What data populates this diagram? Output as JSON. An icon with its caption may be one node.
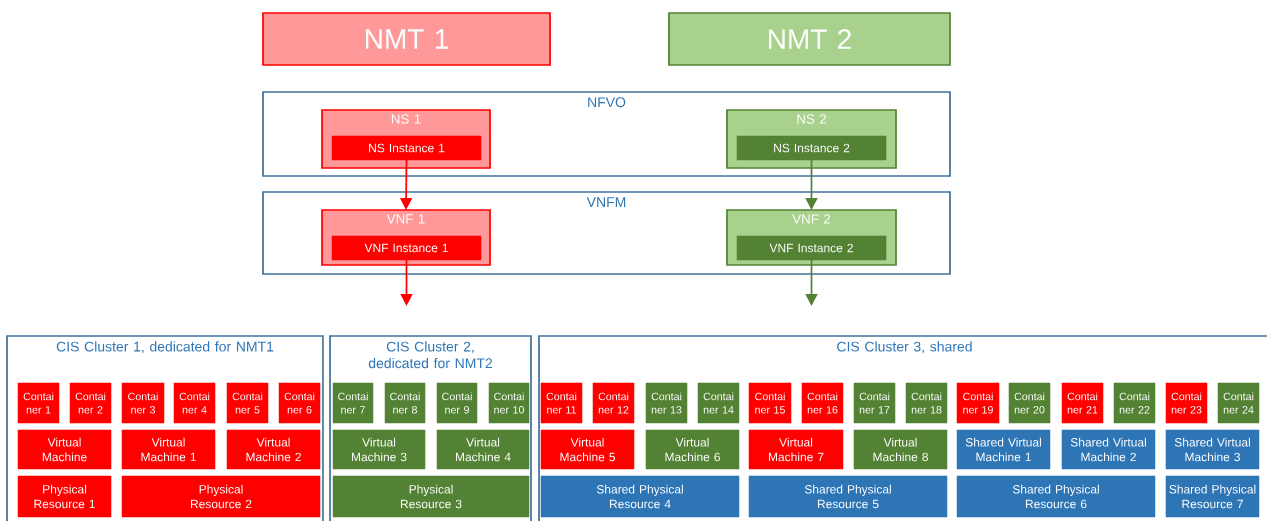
{
  "diagram": {
    "nodes": [
      {
        "text": [
          "NMT 1"
        ]
      },
      {
        "text": [
          "NMT 2"
        ]
      },
      {
        "text": [
          "NFVO"
        ]
      },
      {
        "text": [
          "NS 1"
        ],
        "in": 2
      },
      {
        "text": [
          "NS Instance 1"
        ],
        "in": 3
      },
      {
        "text": [
          "NS 2"
        ],
        "in": 2
      },
      {
        "text": [
          "NS Instance 2"
        ],
        "in": 5
      },
      {
        "text": [
          "VNFM"
        ]
      },
      {
        "text": [
          "VNF 1"
        ],
        "in": 7
      },
      {
        "text": [
          "VNF Instance 1"
        ],
        "in": 8
      },
      {
        "text": [
          "VNF 2"
        ],
        "in": 7
      },
      {
        "text": [
          "VNF Instance 2"
        ],
        "in": 10
      },
      {
        "text": [
          "CIS Cluster 1, dedicated for NMT1"
        ]
      },
      {
        "text": [
          "Contai ner 1"
        ],
        "in": 12
      },
      {
        "text": [
          "Contai ner 2"
        ],
        "in": 12
      },
      {
        "text": [
          "Contai ner 3"
        ],
        "in": 12
      },
      {
        "text": [
          "Contai ner 4"
        ],
        "in": 12
      },
      {
        "text": [
          "Contai ner 5"
        ],
        "in": 12
      },
      {
        "text": [
          "Contai ner 6"
        ],
        "in": 12
      },
      {
        "text": [
          "Virtual Machine"
        ],
        "in": 12
      },
      {
        "text": [
          "Virtual Machine 1"
        ],
        "in": 12
      },
      {
        "text": [
          "Virtual Machine 2"
        ],
        "in": 12
      },
      {
        "text": [
          "Physical Resource 1"
        ],
        "in": 12
      },
      {
        "text": [
          "Physical Resource 2"
        ],
        "in": 12
      },
      {
        "text": [
          "CIS Cluster 2, dedicated for NMT2"
        ]
      },
      {
        "text": [
          "Contai ner 7"
        ],
        "in": 24
      },
      {
        "text": [
          "Contai ner 8"
        ],
        "in": 24
      },
      {
        "text": [
          "Contai ner 9"
        ],
        "in": 24
      },
      {
        "text": [
          "Contai ner 10"
        ],
        "in": 24
      },
      {
        "text": [
          "Virtual Machine 3"
        ],
        "in": 24
      },
      {
        "text": [
          "Virtual Machine 4"
        ],
        "in": 24
      },
      {
        "text": [
          "Physical Resource 3"
        ],
        "in": 24
      },
      {
        "text": [
          "CIS Cluster 3, shared"
        ]
      },
      {
        "text": [
          "Contai ner 11"
        ],
        "in": 32
      },
      {
        "text": [
          "Contai ner 12"
        ],
        "in": 32
      },
      {
        "text": [
          "Contai ner 13"
        ],
        "in": 32
      },
      {
        "text": [
          "Contai ner 14"
        ],
        "in": 32
      },
      {
        "text": [
          "Contai ner 15"
        ],
        "in": 32
      },
      {
        "text": [
          "Contai ner 16"
        ],
        "in": 32
      },
      {
        "text": [
          "Contai ner 17"
        ],
        "in": 32
      },
      {
        "text": [
          "Contai ner 18"
        ],
        "in": 32
      },
      {
        "text": [
          "Contai ner 19"
        ],
        "in": 32
      },
      {
        "text": [
          "Contai ner 20"
        ],
        "in": 32
      },
      {
        "text": [
          "Contai ner 21"
        ],
        "in": 32
      },
      {
        "text": [
          "Contai ner 22"
        ],
        "in": 32
      },
      {
        "text": [
          "Contai ner 23"
        ],
        "in": 32
      },
      {
        "text": [
          "Contai ner 24"
        ],
        "in": 32
      },
      {
        "text": [
          "Virtual Machine 5"
        ],
        "in": 32
      },
      {
        "text": [
          "Virtual Machine 6"
        ],
        "in": 32
      },
      {
        "text": [
          "Virtual Machine 7"
        ],
        "in": 32
      },
      {
        "text": [
          "Virtual Machine 8"
        ],
        "in": 32
      },
      {
        "text": [
          "Shared Virtual Machine 1"
        ],
        "in": 32
      },
      {
        "text": [
          "Shared Virtual Machine 2"
        ],
        "in": 32
      },
      {
        "text": [
          "Shared Virtual Machine 3"
        ],
        "in": 32
      },
      {
        "text": [
          "Shared Physical Resource 4"
        ],
        "in": 32
      },
      {
        "text": [
          "Shared Physical Resource 5"
        ],
        "in": 32
      },
      {
        "text": [
          "Shared Physical Resource 6"
        ],
        "in": 32
      },
      {
        "text": [
          "Shared Physical Resource 7"
        ],
        "in": 32
      }
    ],
    "edges": [
      {
        "from": 4,
        "to": 8,
        "arrow": "to",
        "color": "#ff0000"
      },
      {
        "from": 6,
        "to": 10,
        "arrow": "to",
        "color": "#548235"
      },
      {
        "from": 9,
        "to": null,
        "arrow": "to",
        "color": "#ff0000"
      },
      {
        "from": 11,
        "to": null,
        "arrow": "to",
        "color": "#548235"
      }
    ]
  }
}
